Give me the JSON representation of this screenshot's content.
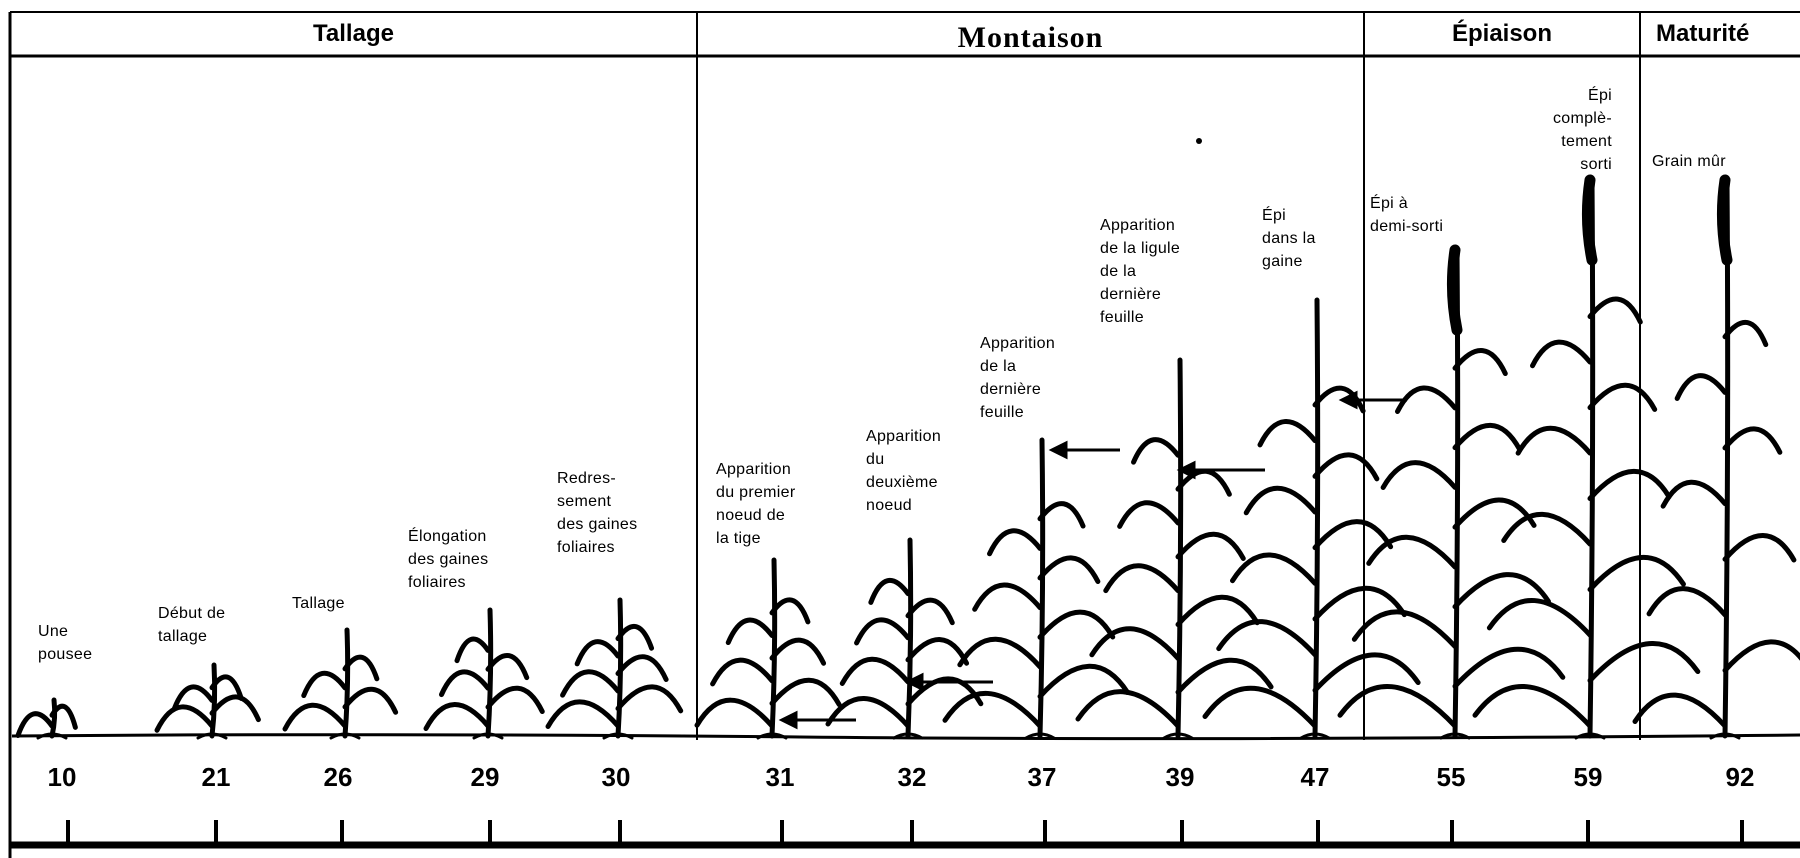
{
  "phases": {
    "tallage": "Tallage",
    "montaison": "Montaison",
    "epiaison": "Épiaison",
    "maturite": "Maturité"
  },
  "stages": [
    {
      "code": "10",
      "label": "Une\npousee"
    },
    {
      "code": "21",
      "label": "Début de\ntallage"
    },
    {
      "code": "26",
      "label": "Tallage"
    },
    {
      "code": "29",
      "label": "Élongation\ndes gaines\nfoliaires"
    },
    {
      "code": "30",
      "label": "Redres-\nsement\ndes gaines\nfoliaires"
    },
    {
      "code": "31",
      "label": "Apparition\ndu premier\nnoeud de\nla tige"
    },
    {
      "code": "32",
      "label": "Apparition\ndu\ndeuxième\nnoeud"
    },
    {
      "code": "37",
      "label": "Apparition\nde la\ndernière\nfeuille"
    },
    {
      "code": "39",
      "label": "Apparition\nde la ligule\nde la\ndernière\nfeuille"
    },
    {
      "code": "47",
      "label": "Épi\ndans la\ngaine"
    },
    {
      "code": "55",
      "label": "Épi à\ndemi-sorti"
    },
    {
      "code": "59",
      "label": "Épi\ncomplè-\ntement\nsorti"
    },
    {
      "code": "92",
      "label": "Grain mûr"
    }
  ]
}
